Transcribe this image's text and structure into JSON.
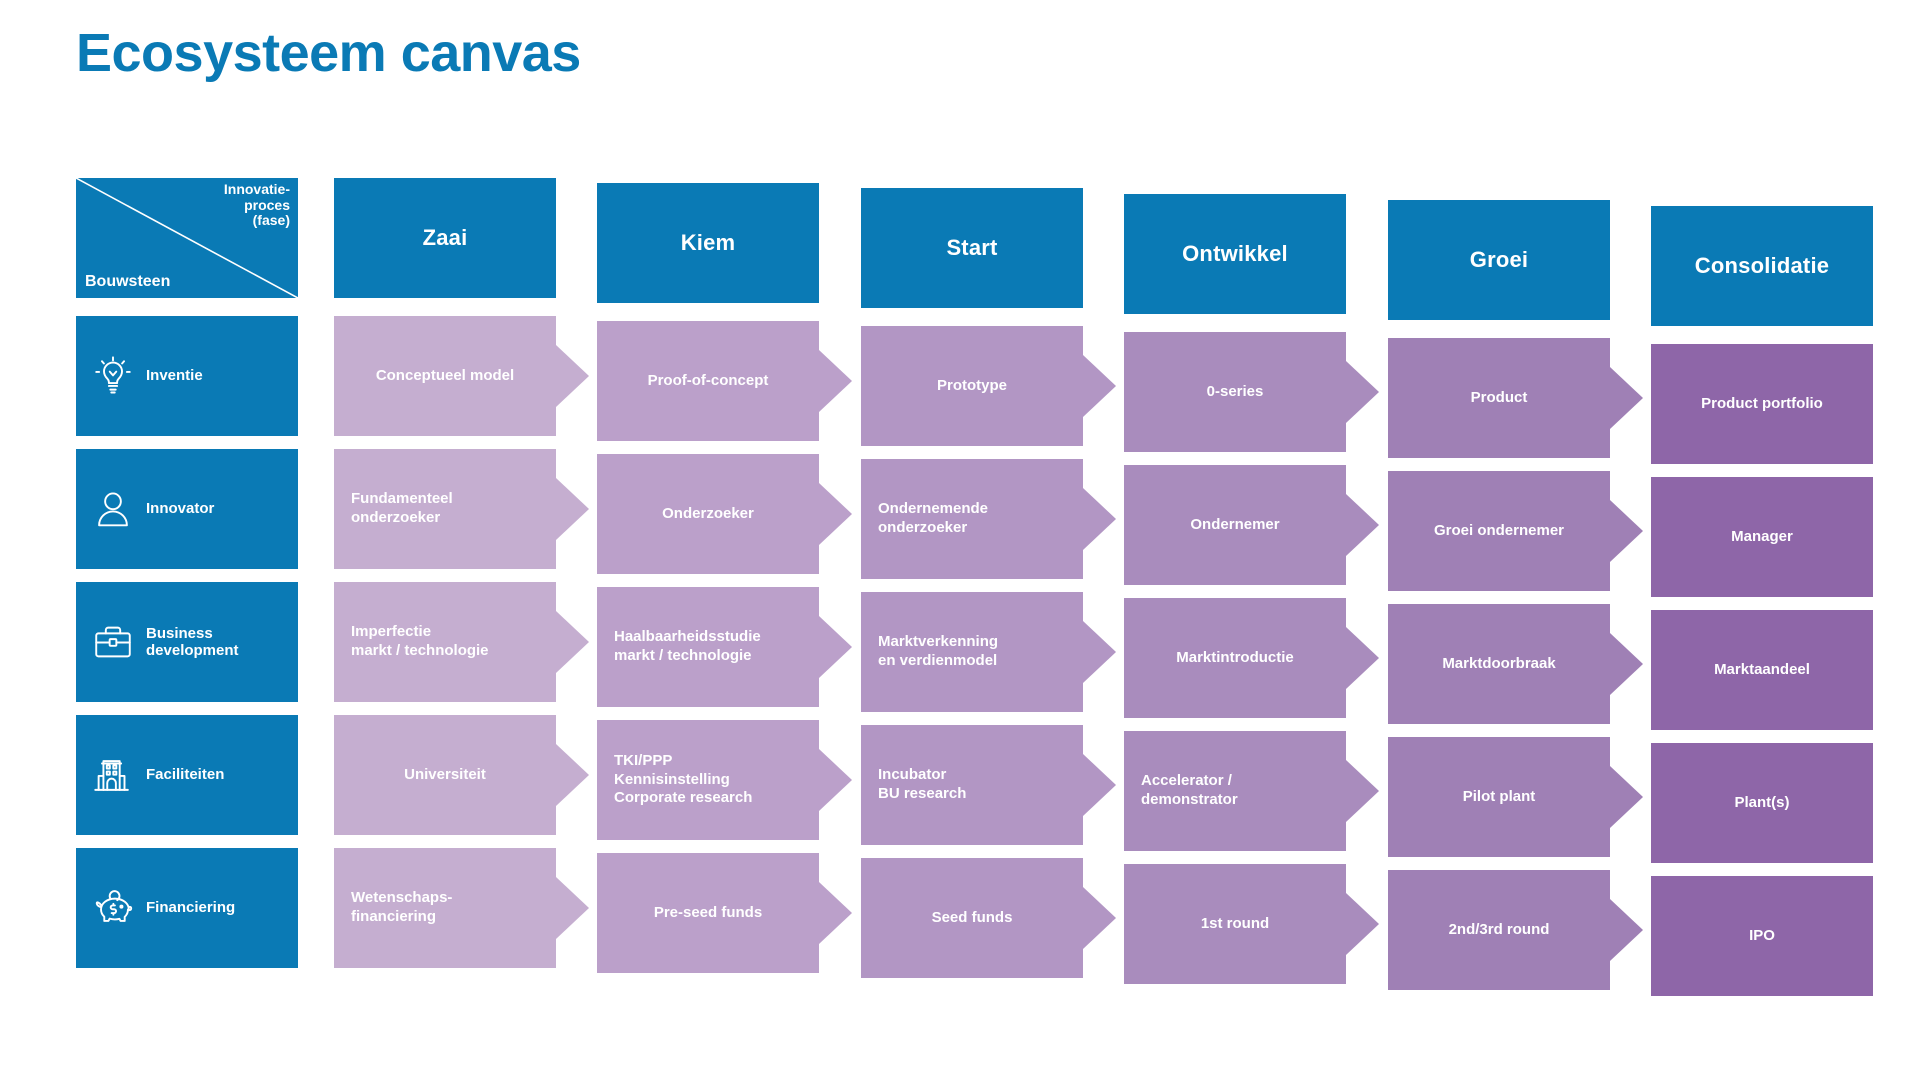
{
  "page": {
    "title": "Ecosysteem canvas",
    "background": "#ffffff"
  },
  "colors": {
    "brand_blue": "#0a7ab5",
    "title_blue": "#0a7ab5",
    "stage_purple": [
      "#c5aed0",
      "#bba0ca",
      "#b296c4",
      "#a98cbd",
      "#9f80b5",
      "#8e66a8"
    ],
    "text_white": "#ffffff"
  },
  "corner": {
    "column_axis_label": "Innovatie-\nproces\n(fase)",
    "row_axis_label": "Bouwsteen"
  },
  "columns": [
    {
      "key": "zaai",
      "label": "Zaai"
    },
    {
      "key": "kiem",
      "label": "Kiem"
    },
    {
      "key": "start",
      "label": "Start"
    },
    {
      "key": "ontwikkel",
      "label": "Ontwikkel"
    },
    {
      "key": "groei",
      "label": "Groei"
    },
    {
      "key": "consolidatie",
      "label": "Consolidatie"
    }
  ],
  "rows": [
    {
      "key": "inventie",
      "label": "Inventie",
      "icon": "lightbulb-icon"
    },
    {
      "key": "innovator",
      "label": "Innovator",
      "icon": "person-icon"
    },
    {
      "key": "bizdev",
      "label": "Business\ndevelopment",
      "icon": "briefcase-icon"
    },
    {
      "key": "fac",
      "label": "Faciliteiten",
      "icon": "building-icon"
    },
    {
      "key": "fin",
      "label": "Financiering",
      "icon": "piggy-bank-icon"
    }
  ],
  "matrix": [
    [
      "Conceptueel model",
      "Proof-of-concept",
      "Prototype",
      "0-series",
      "Product",
      "Product portfolio"
    ],
    [
      "Fundamenteel\nonderzoeker",
      "Onderzoeker",
      "Ondernemende\nonderzoeker",
      "Ondernemer",
      "Groei ondernemer",
      "Manager"
    ],
    [
      "Imperfectie\nmarkt / technologie",
      "Haalbaarheidsstudie\nmarkt / technologie",
      "Marktverkenning\nen verdienmodel",
      "Marktintroductie",
      "Marktdoorbraak",
      "Marktaandeel"
    ],
    [
      "Universiteit",
      "TKI/PPP\nKennisinstelling\nCorporate research",
      "Incubator\nBU research",
      "Accelerator /\ndemonstrator",
      "Pilot plant",
      "Plant(s)"
    ],
    [
      "Wetenschaps-\nfinanciering",
      "Pre-seed funds",
      "Seed funds",
      "1st round",
      "2nd/3rd round",
      "IPO"
    ]
  ]
}
